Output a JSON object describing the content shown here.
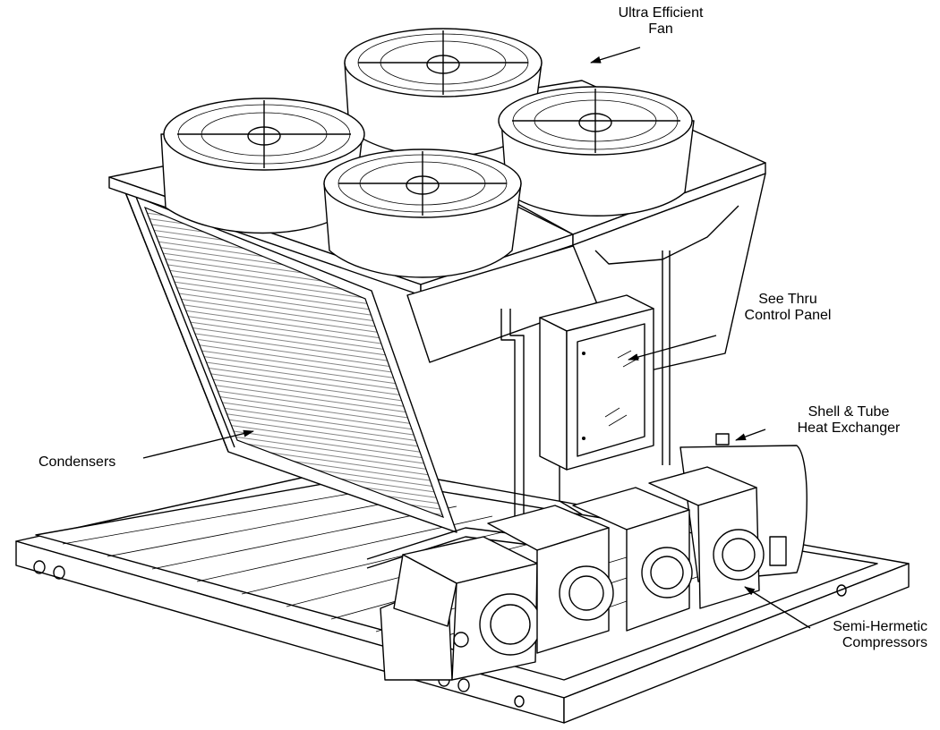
{
  "diagram": {
    "callouts": [
      {
        "id": "fan",
        "lines": [
          "Ultra Efficient",
          "Fan"
        ]
      },
      {
        "id": "panel",
        "lines": [
          "See Thru",
          "Control Panel"
        ]
      },
      {
        "id": "exchanger",
        "lines": [
          "Shell & Tube",
          "Heat Exchanger"
        ]
      },
      {
        "id": "condensers",
        "lines": [
          "Condensers"
        ]
      },
      {
        "id": "compressors",
        "lines": [
          "Semi-Hermetic",
          "Compressors"
        ]
      }
    ]
  }
}
